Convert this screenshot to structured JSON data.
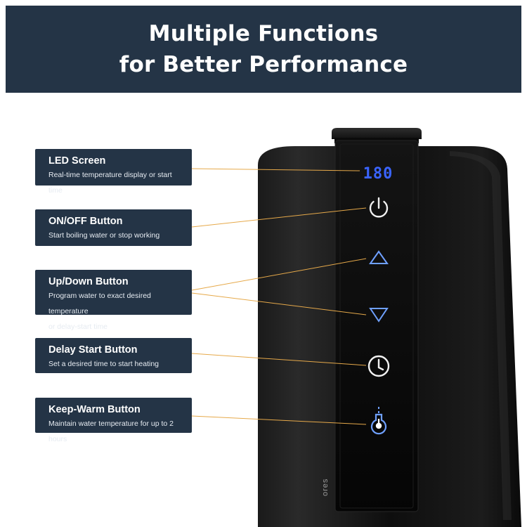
{
  "header": {
    "line1": "Multiple Functions",
    "line2": "for Better Performance"
  },
  "display": {
    "reading": "180"
  },
  "brand_fragment": "ores",
  "callouts": [
    {
      "title": "LED Screen",
      "desc": [
        "Real-time temperature display or start time"
      ]
    },
    {
      "title": "ON/OFF Button",
      "desc": [
        "Start boiling water or stop working"
      ]
    },
    {
      "title": "Up/Down Button",
      "desc": [
        "Program water to exact desired temperature",
        "or delay-start time"
      ]
    },
    {
      "title": "Delay Start Button",
      "desc": [
        "Set a desired time to start heating"
      ]
    },
    {
      "title": "Keep-Warm Button",
      "desc": [
        "Maintain water temperature for up to 2 hours"
      ]
    }
  ],
  "colors": {
    "panel": "#243446",
    "leader_line": "#e6a94a",
    "led": "#3a64ff",
    "icon": "#f2f2f2",
    "icon_accent": "#6fa0ff"
  },
  "icons": [
    "power-icon",
    "triangle-up-icon",
    "triangle-down-icon",
    "clock-icon",
    "thermometer-icon"
  ]
}
